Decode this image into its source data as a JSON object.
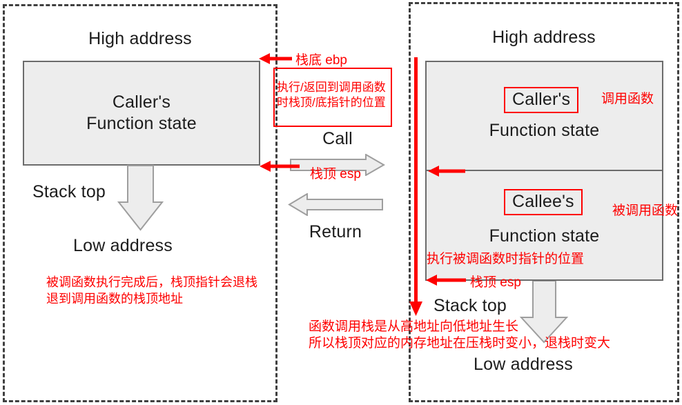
{
  "colors": {
    "background": "#ffffff",
    "red": "#fe0000",
    "black_text": "#1c1c1c",
    "box_fill": "#ededed",
    "box_border": "#6b6b6b",
    "block_arrow_fill": "#ededed",
    "block_arrow_border": "#9e9e9e",
    "panel_dash": "#3f3f3f"
  },
  "left_panel": {
    "high_address": "High address",
    "caller_box_line1": "Caller's",
    "caller_box_line2": "Function state",
    "stack_top": "Stack top",
    "low_address": "Low address",
    "note_line1": "被调函数执行完成后，栈顶指针会退栈",
    "note_line2": "退到调用函数的栈顶地址"
  },
  "middle": {
    "ebp_label": "栈底  ebp",
    "note_box_line1": "执行/返回到调用函数",
    "note_box_line2": "时栈顶/底指针的位置",
    "call_label": "Call",
    "esp_label": "栈顶 esp",
    "return_label": "Return"
  },
  "right_panel": {
    "high_address": "High address",
    "caller_boxed": "Caller's",
    "caller_line2": "Function state",
    "caller_annotation": "调用函数",
    "callee_boxed": "Callee's",
    "callee_line2": "Function state",
    "callee_annotation": "被调用函数",
    "pointer_note": "执行被调函数时指针的位置",
    "esp_label": "栈顶 esp",
    "stack_top": "Stack top",
    "growth_note_line1": "函数调用栈是从高地址向低地址生长",
    "growth_note_line2": "所以栈顶对应的内存地址在压栈时变小，退栈时变大",
    "low_address": "Low address"
  },
  "icons": {
    "ebp_pointer_arrow": "red left arrow",
    "esp_pointer_arrow_left": "red left arrow",
    "callee_boundary_arrow": "red left arrow",
    "esp_pointer_arrow_right": "red left arrow",
    "stack_growth_line": "red vertical line with down arrowhead",
    "call_arrow": "gray block arrow right",
    "return_arrow": "gray block arrow left",
    "stack_top_arrow_left": "gray block arrow down",
    "stack_top_arrow_right": "gray block arrow down"
  }
}
